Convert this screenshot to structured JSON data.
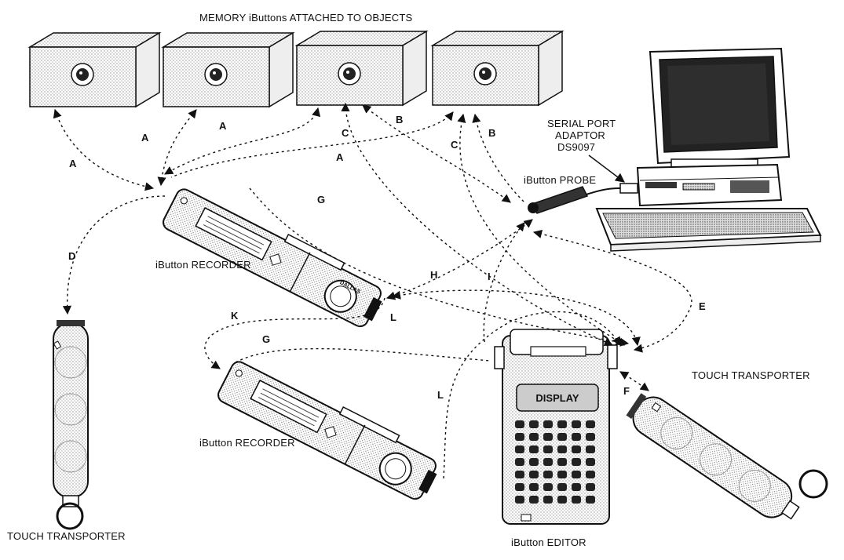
{
  "title": "MEMORY iButtons ATTACHED TO OBJECTS",
  "labels": {
    "adaptor_l1": "SERIAL PORT",
    "adaptor_l2": "ADAPTOR",
    "adaptor_l3": "DS9097",
    "probe": "iButton PROBE",
    "recorder_top": "iButton RECORDER",
    "recorder_bottom": "iButton  RECORDER",
    "transporter_left": "TOUCH TRANSPORTER",
    "transporter_right": "TOUCH TRANSPORTER",
    "editor": "iButton  EDITOR",
    "display": "DISPLAY",
    "dallas": "DALLAS"
  },
  "path_letters": {
    "a1": "A",
    "a2": "A",
    "a3": "A",
    "a4": "A",
    "b1": "B",
    "b2": "B",
    "c1": "C",
    "c2": "C",
    "d": "D",
    "e": "E",
    "f": "F",
    "g1": "G",
    "g2": "G",
    "h": "H",
    "i": "I",
    "k": "K",
    "l1": "L",
    "l2": "L"
  }
}
